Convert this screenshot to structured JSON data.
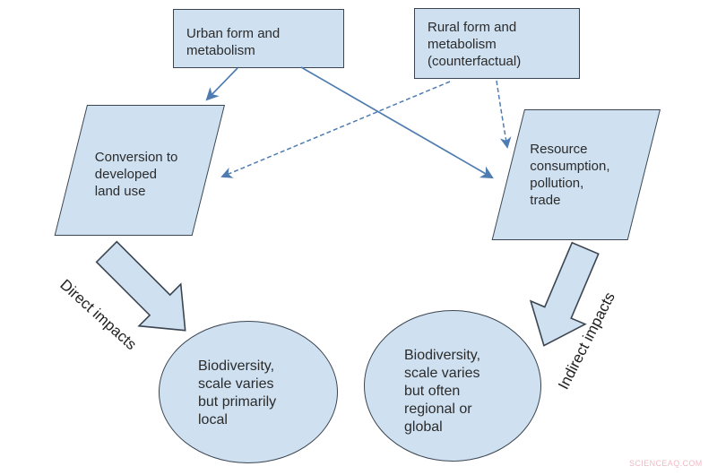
{
  "colors": {
    "background": "#ffffff",
    "shape_fill": "#cfe1f1",
    "shape_border": "#3b4551",
    "arrow_blue": "#4f7cb0",
    "text": "#2b2b2b",
    "watermark_pink": "#f0bac4"
  },
  "nodes": {
    "urban": {
      "label": "Urban form and\nmetabolism"
    },
    "rural": {
      "label": "Rural form and\nmetabolism\n(counterfactual)"
    },
    "conversion": {
      "label": "Conversion to\ndeveloped\nland use"
    },
    "resource": {
      "label": "Resource\nconsumption,\npollution,\ntrade"
    },
    "biodiversity_local": {
      "label": "Biodiversity,\nscale varies\nbut primarily\nlocal"
    },
    "biodiversity_global": {
      "label": "Biodiversity,\nscale varies\nbut often\nregional or\nglobal"
    }
  },
  "edge_labels": {
    "direct": "Direct impacts",
    "indirect": "Indirect impacts"
  },
  "watermark": "SCIENCEAQ.COM"
}
